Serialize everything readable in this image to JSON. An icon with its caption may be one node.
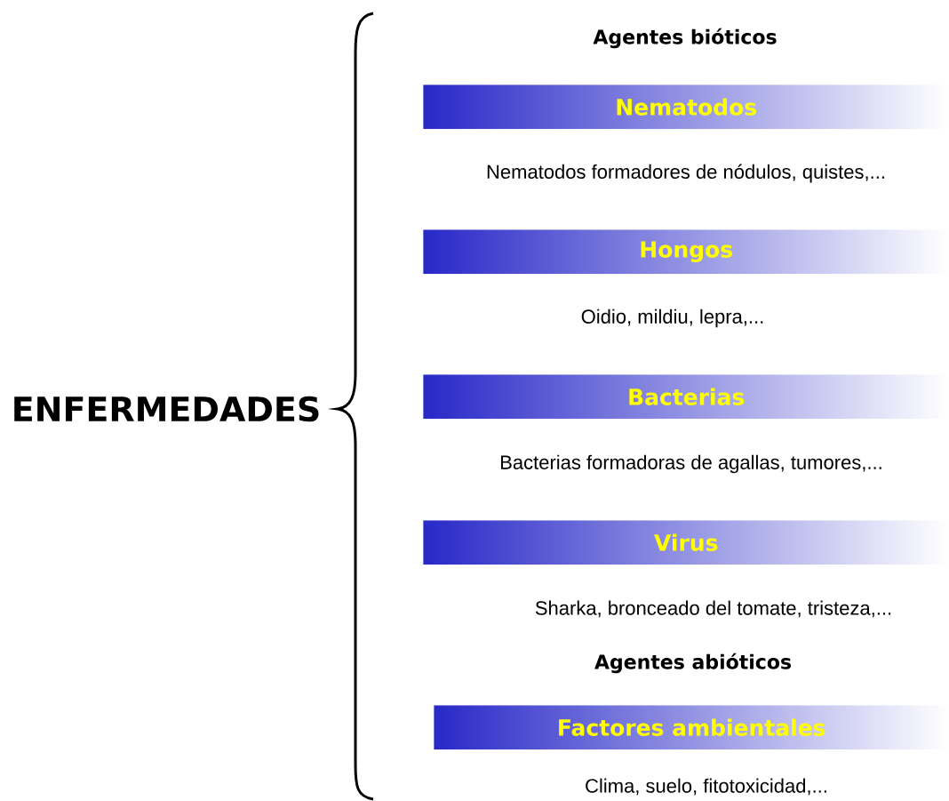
{
  "diagram": {
    "nodes": [
      {
        "text": [
          "Nematodos"
        ],
        "beside": [
          "Nematodos formadores de nódulos, quistes,..."
        ]
      },
      {
        "text": [
          "Hongos"
        ],
        "beside": [
          "Oidio, mildiu, lepra,..."
        ]
      },
      {
        "text": [
          "Bacterias"
        ],
        "beside": [
          "Bacterias formadoras de agallas, tumores,..."
        ]
      },
      {
        "text": [
          "Virus"
        ],
        "beside": [
          "Sharka, bronceado del tomate, tristeza,..."
        ]
      },
      {
        "text": [
          "Factores ambientales"
        ],
        "beside": [
          "Clima, suelo, fitotoxicidad,..."
        ]
      }
    ],
    "labels": [
      "ENFERMEDADES",
      "Agentes bióticos",
      "Agentes abióticos"
    ]
  }
}
